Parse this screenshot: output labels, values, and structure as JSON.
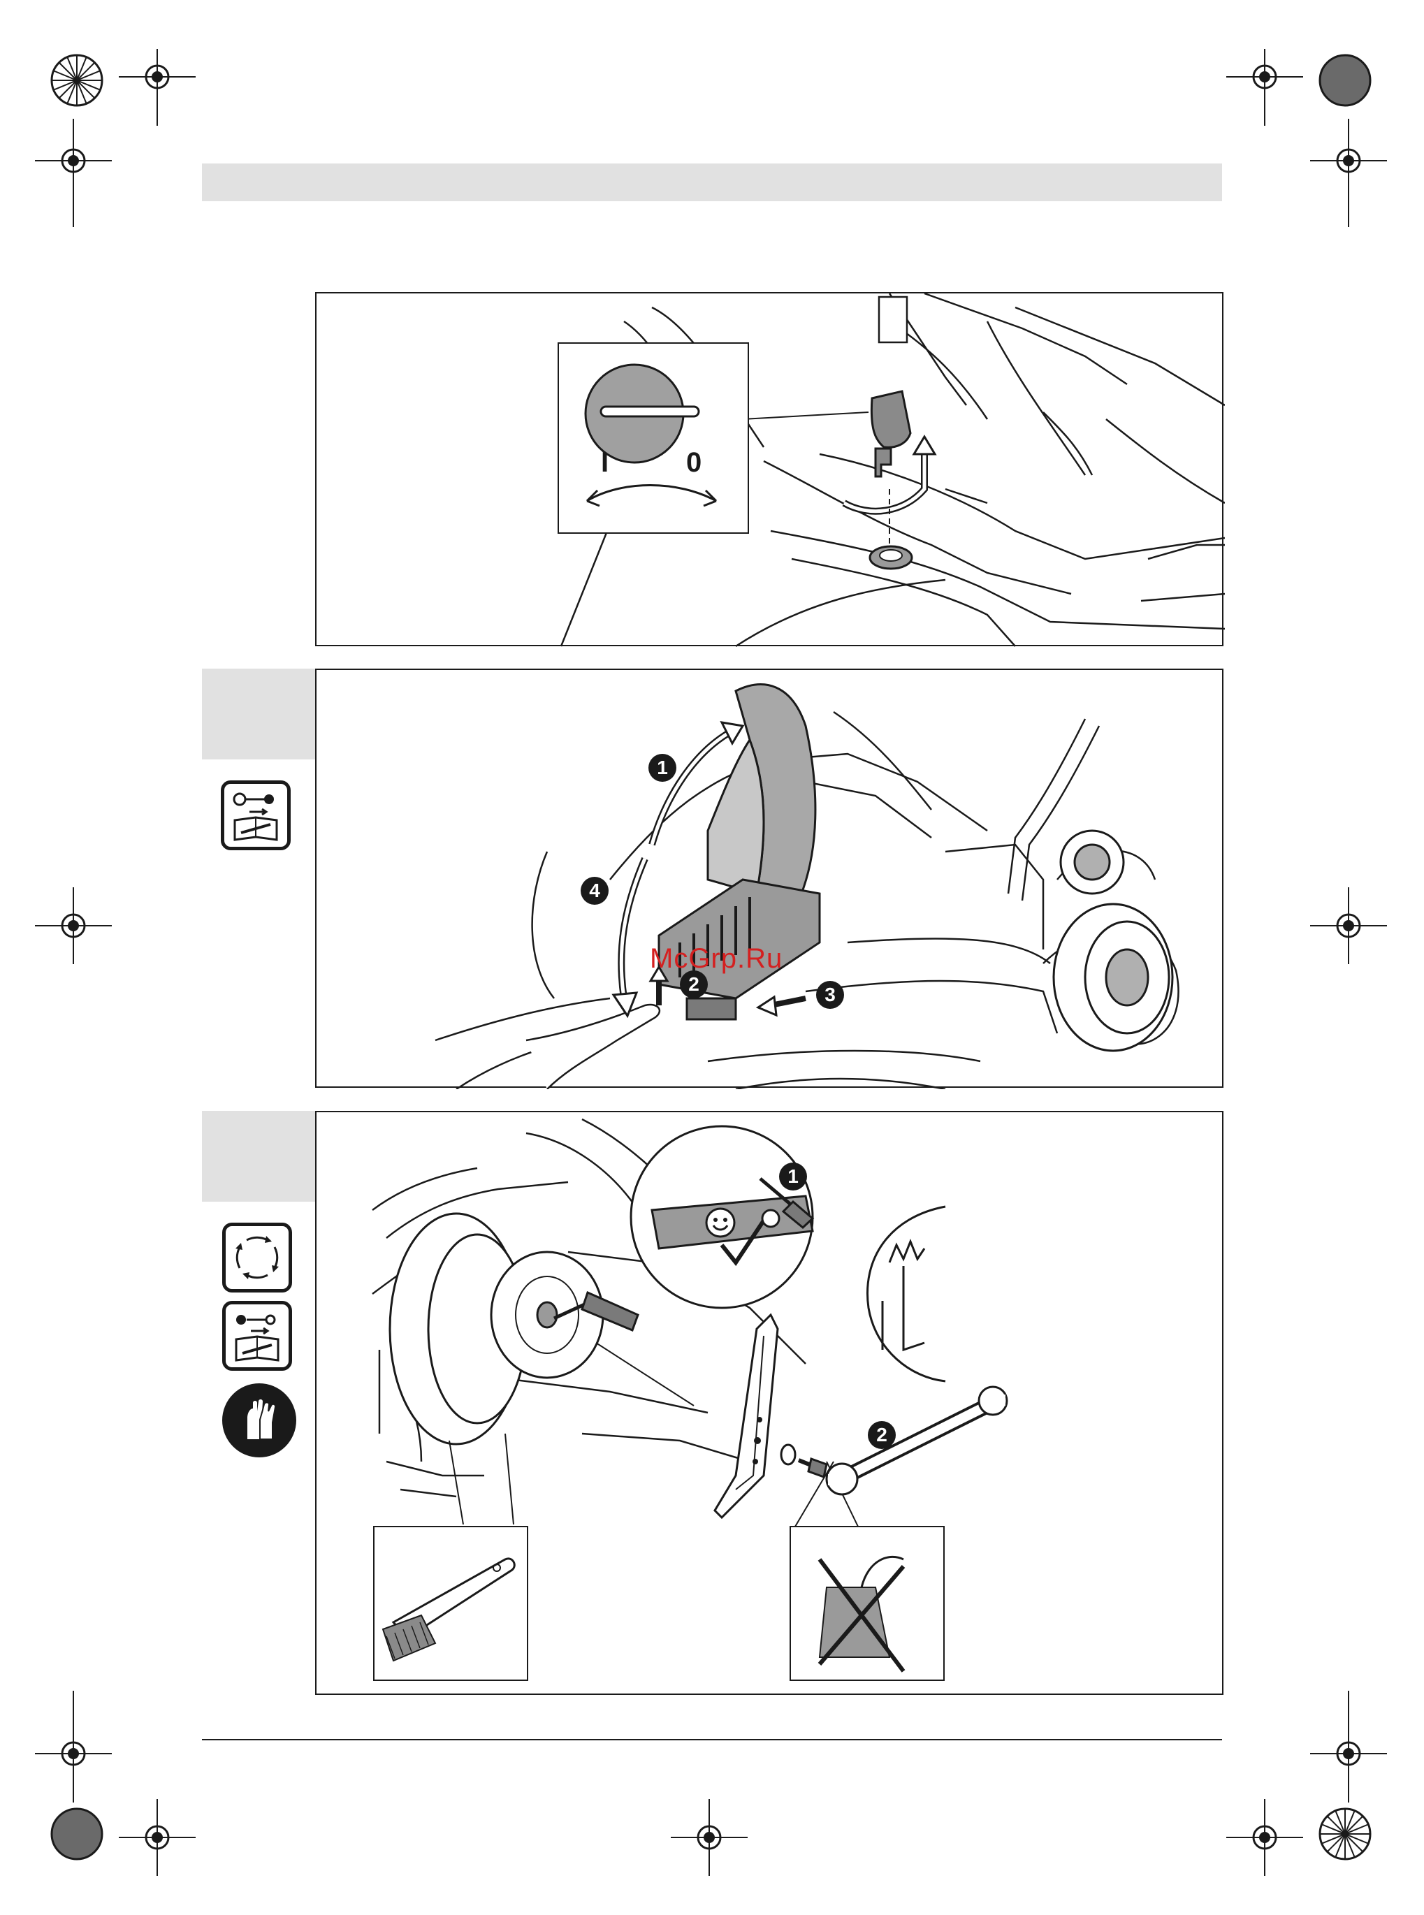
{
  "watermark": "McGrp.Ru",
  "figure1": {
    "switch_on_label": "I",
    "switch_off_label": "0"
  },
  "figure2": {
    "steps": [
      "1",
      "2",
      "3",
      "4"
    ],
    "side_icon": "key-and-manual-icon"
  },
  "figure3": {
    "steps": [
      "1",
      "2"
    ],
    "side_icons": [
      "blade-rotation-icon",
      "key-and-manual-icon",
      "gloves-icon"
    ]
  },
  "colors": {
    "header_bar": "#e1e1e1",
    "ink": "#1a1a1a",
    "watermark": "#d42020"
  }
}
